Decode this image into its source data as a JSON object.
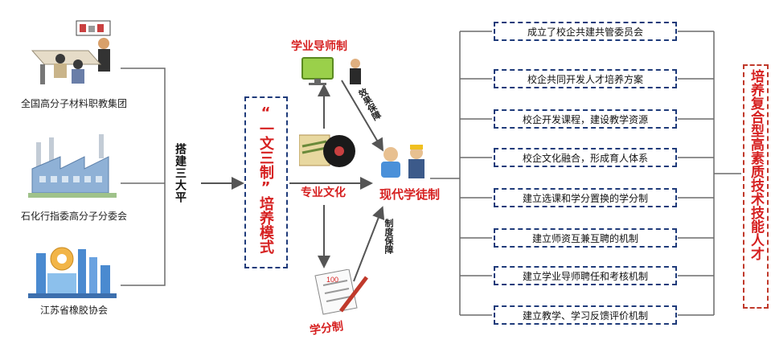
{
  "organizations": [
    {
      "label": "全国高分子材料职教集团",
      "icon": "meeting-scene-icon"
    },
    {
      "label": "石化行指委高分子分委会",
      "icon": "factory-icon"
    },
    {
      "label": "江苏省橡胶协会",
      "icon": "industrial-plant-icon"
    }
  ],
  "platform_label": "搭建三大平",
  "model_label": "“一文三制”培养模式",
  "nodes": {
    "mentor": "学业导师制",
    "culture": "专业文化",
    "apprentice": "现代学徒制",
    "credit": "学分制"
  },
  "arrow_labels": {
    "effect": "效果保障",
    "system": "制度保障"
  },
  "measures": [
    "成立了校企共建共管委员会",
    "校企共同开发人才培养方案",
    "校企开发课程，建设教学资源",
    "校企文化融合，形成育人体系",
    "建立选课和学分置换的学分制",
    "建立师资互兼互聘的机制",
    "建立学业导师聘任和考核机制",
    "建立教学、学习反馈评价机制"
  ],
  "goal_label": "培养复合型高素质技术技能人才",
  "colors": {
    "accent_red": "#d62020",
    "box_border": "#1f3b7a",
    "line": "#6b6b6b"
  }
}
